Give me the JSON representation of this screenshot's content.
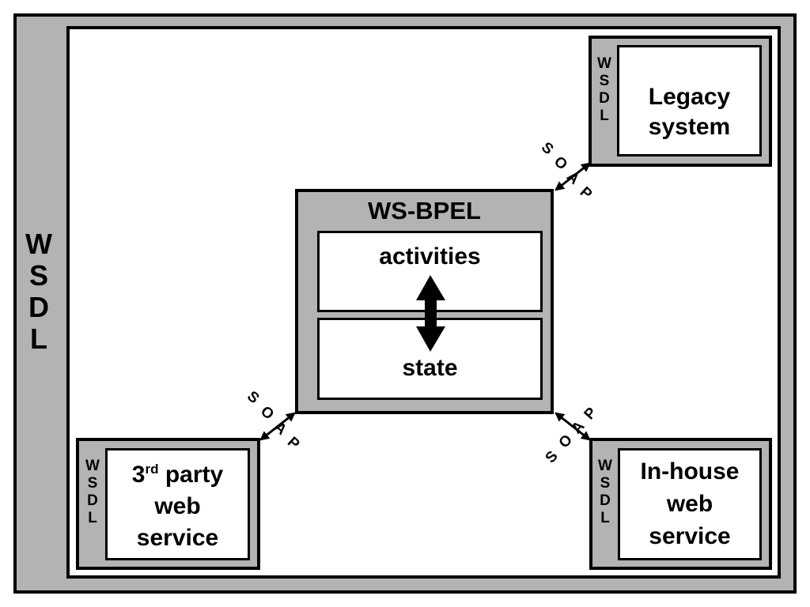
{
  "frame": {
    "wsdl_letters": [
      "W",
      "S",
      "D",
      "L"
    ]
  },
  "engine": {
    "title": "WS-BPEL",
    "activities": "activities",
    "state": "state"
  },
  "services": {
    "legacy": {
      "wsdl_letters": [
        "W",
        "S",
        "D",
        "L"
      ],
      "lines": [
        "Legacy",
        "system"
      ]
    },
    "third_party": {
      "wsdl_letters": [
        "W",
        "S",
        "D",
        "L"
      ],
      "number": "3",
      "superscript": "rd",
      "line1_rest": " party",
      "lines": [
        "web",
        "service"
      ]
    },
    "inhouse": {
      "wsdl_letters": [
        "W",
        "S",
        "D",
        "L"
      ],
      "lines": [
        "In-house",
        "web",
        "service"
      ]
    }
  },
  "connectors": {
    "top_right": [
      "S",
      "O",
      "A",
      "P"
    ],
    "bottom_left": [
      "S",
      "O",
      "A",
      "P"
    ],
    "bottom_right": [
      "S",
      "O",
      "A",
      "P"
    ]
  },
  "colors": {
    "grey": "#b3b3b3",
    "border": "#000000",
    "fill": "#ffffff"
  }
}
